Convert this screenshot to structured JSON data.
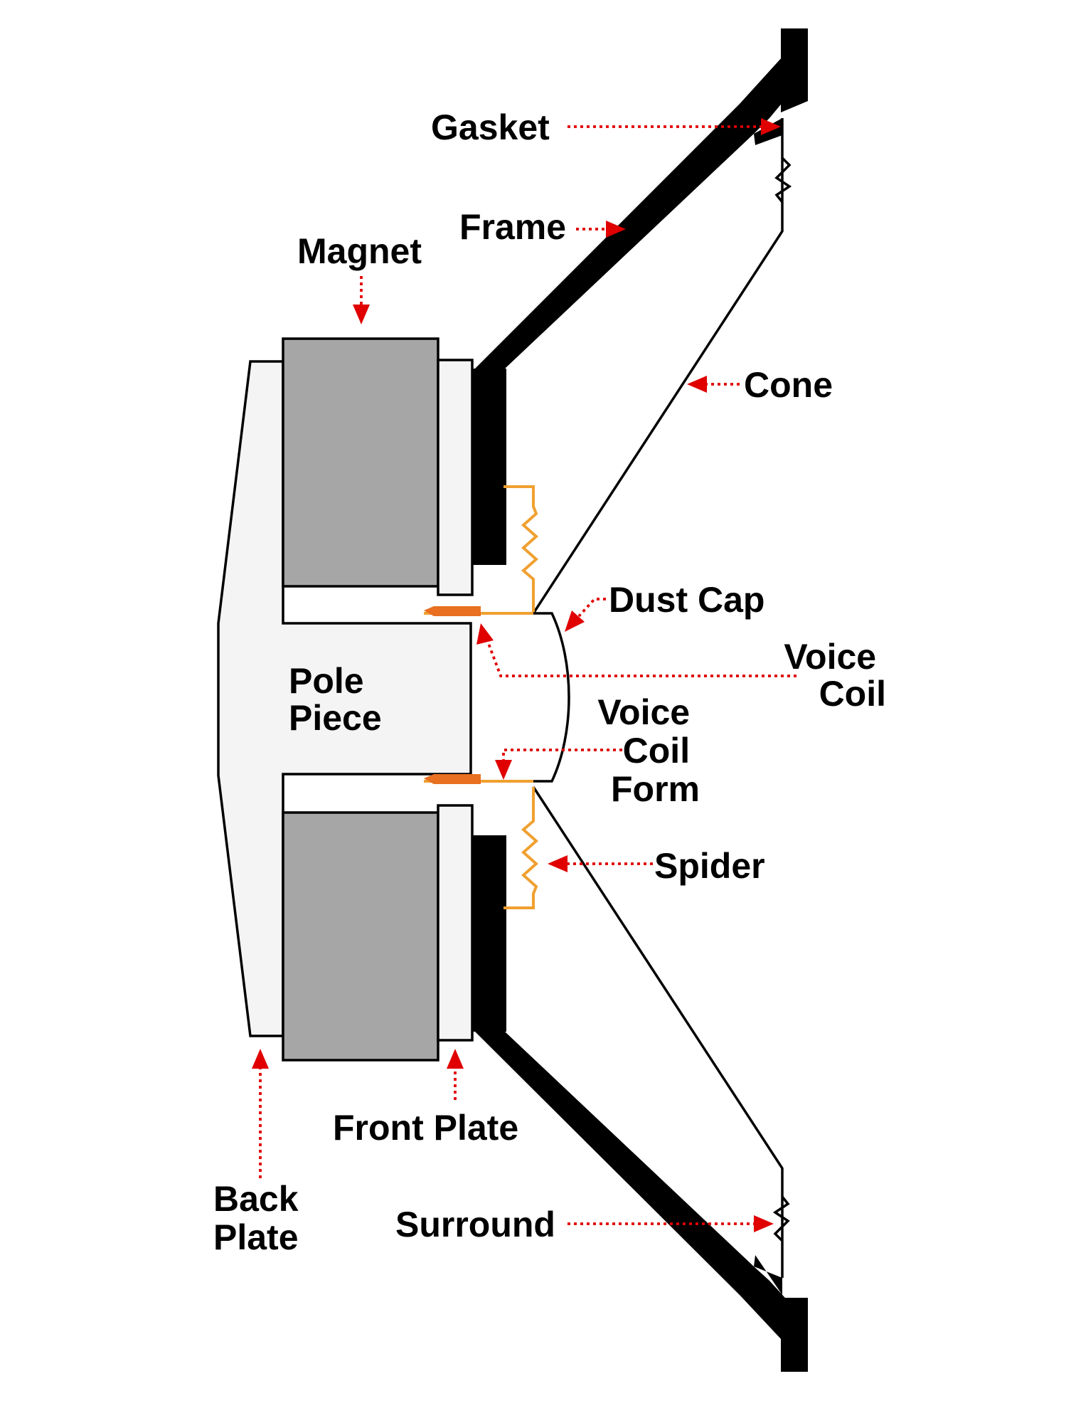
{
  "colors": {
    "frame": "#000000",
    "magnet": "#a6a6a6",
    "plates": "#f4f4f4",
    "spider": "#f0a030",
    "voice_coil": "#e87020",
    "leader": "#e00000",
    "outline": "#000000",
    "background": "#ffffff"
  },
  "labels": {
    "gasket": "Gasket",
    "frame": "Frame",
    "magnet": "Magnet",
    "cone": "Cone",
    "dust_cap": "Dust Cap",
    "voice_coil": [
      "Voice",
      "Coil"
    ],
    "pole_piece": [
      "Pole",
      "Piece"
    ],
    "voice_coil_form": [
      "Voice",
      "Coil",
      "Form"
    ],
    "spider": "Spider",
    "front_plate": "Front Plate",
    "back_plate": [
      "Back",
      "Plate"
    ],
    "surround": "Surround"
  },
  "icons": {
    "leader_arrow": "red-dotted-arrow"
  }
}
